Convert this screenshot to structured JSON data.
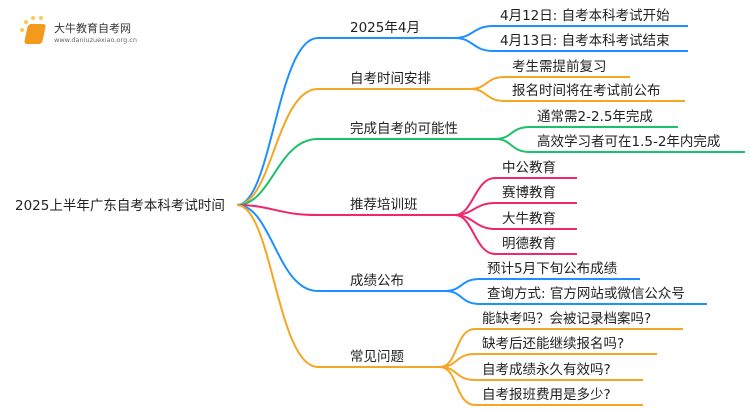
{
  "logo": {
    "title": "大牛教育自考网",
    "url": "www.daniuzuexiao.org.cn"
  },
  "root": "2025上半年广东自考本科考试时间",
  "colors": {
    "blue": "#1e90ff",
    "orange": "#f5a623",
    "green": "#1cc16a",
    "pink": "#f0266f"
  },
  "branches": [
    {
      "label": "2025年4月",
      "color": "blue",
      "children": [
        "4月12日: 自考本科考试开始",
        "4月13日: 自考本科考试结束"
      ]
    },
    {
      "label": "自考时间安排",
      "color": "orange",
      "children": [
        "考生需提前复习",
        "报名时间将在考试前公布"
      ]
    },
    {
      "label": "完成自考的可能性",
      "color": "green",
      "children": [
        "通常需2-2.5年完成",
        "高效学习者可在1.5-2年内完成"
      ]
    },
    {
      "label": "推荐培训班",
      "color": "pink",
      "children": [
        "中公教育",
        "赛博教育",
        "大牛教育",
        "明德教育"
      ]
    },
    {
      "label": "成绩公布",
      "color": "blue",
      "children": [
        "预计5月下旬公布成绩",
        "查询方式: 官方网站或微信公众号"
      ]
    },
    {
      "label": "常见问题",
      "color": "orange",
      "children": [
        "能缺考吗？会被记录档案吗?",
        "缺考后还能继续报名吗?",
        "自考成绩永久有效吗?",
        "自考报班费用是多少?"
      ]
    }
  ]
}
